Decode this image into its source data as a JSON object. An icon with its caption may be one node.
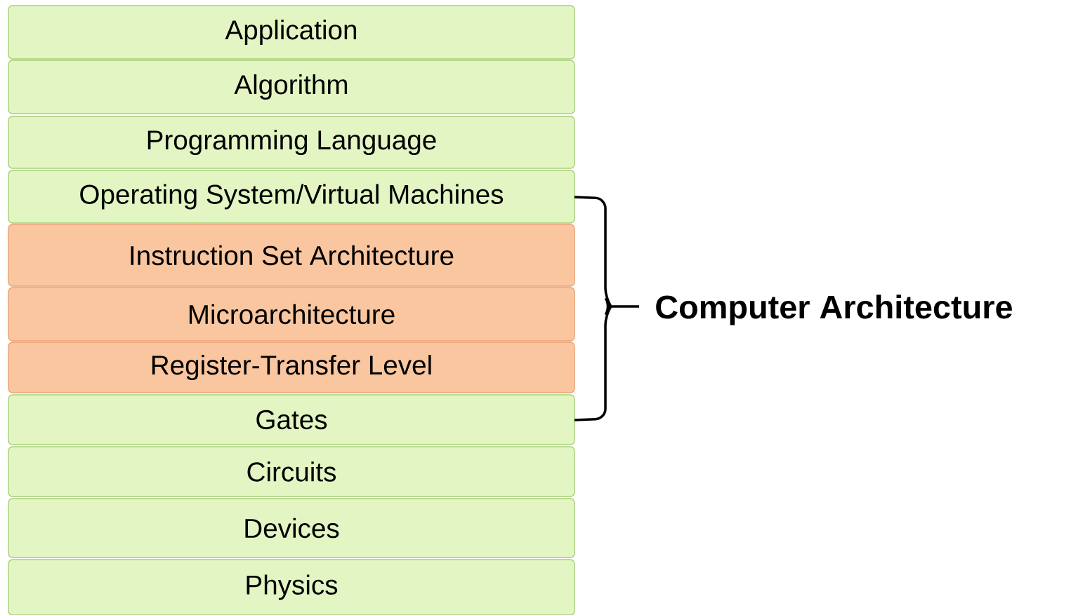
{
  "diagram": {
    "nodes": [
      {
        "text": [
          "Application"
        ]
      },
      {
        "text": [
          "Algorithm"
        ]
      },
      {
        "text": [
          "Programming Language"
        ]
      },
      {
        "text": [
          "Operating System/Virtual Machines"
        ]
      },
      {
        "text": [
          "Instruction Set Architecture"
        ]
      },
      {
        "text": [
          "Microarchitecture"
        ]
      },
      {
        "text": [
          "Register-Transfer Level"
        ]
      },
      {
        "text": [
          "Gates"
        ]
      },
      {
        "text": [
          "Circuits"
        ]
      },
      {
        "text": [
          "Devices"
        ]
      },
      {
        "text": [
          "Physics"
        ]
      }
    ],
    "edges": [],
    "labels": [
      "Computer Architecture"
    ]
  }
}
